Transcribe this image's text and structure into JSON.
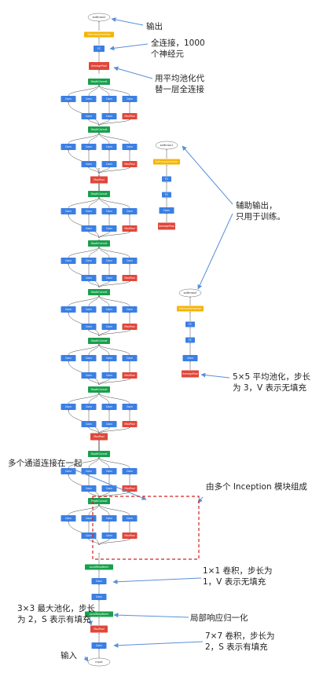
{
  "annotations": {
    "output": "输出",
    "fc": "全连接，1000\n个神经元",
    "avgpool_fc": "用平均池化代\n替一层全连接",
    "aux": "辅助输出，\n只用于训练。",
    "avgpool5": "5×5 平均池化，步长\n为 3，V 表示无填充",
    "concat": "多个通道连接在一起",
    "inception": "由多个 Inception 模块组成",
    "conv1x1": "1×1 卷积，步长为\n1，V 表示无填充",
    "maxpool3": "3×3 最大池化，步长\n为 2，S 表示有填充",
    "lrn": "局部响应归一化",
    "conv7": "7×7 卷积，步长为\n2，S 表示有填充",
    "input": "输入"
  },
  "nodes": {
    "softmax": "softmax2",
    "softmax_aux1": "softmax1",
    "softmax_aux0": "softmax0",
    "softmax_act": "SoftmaxActivation",
    "fc": "FC",
    "avgpool": "AveragePool",
    "concat": "DepthConcat",
    "conv": "Conv",
    "maxpool": "MaxPool",
    "lrn": "LocalRespNorm",
    "input": "input"
  },
  "colors": {
    "conv": "#3b7fe3",
    "pool": "#e0473b",
    "concat": "#18a04b",
    "softmax": "#f4b400",
    "annotation_arrow": "#5b8fd6",
    "dashed_box": "#d32222"
  }
}
